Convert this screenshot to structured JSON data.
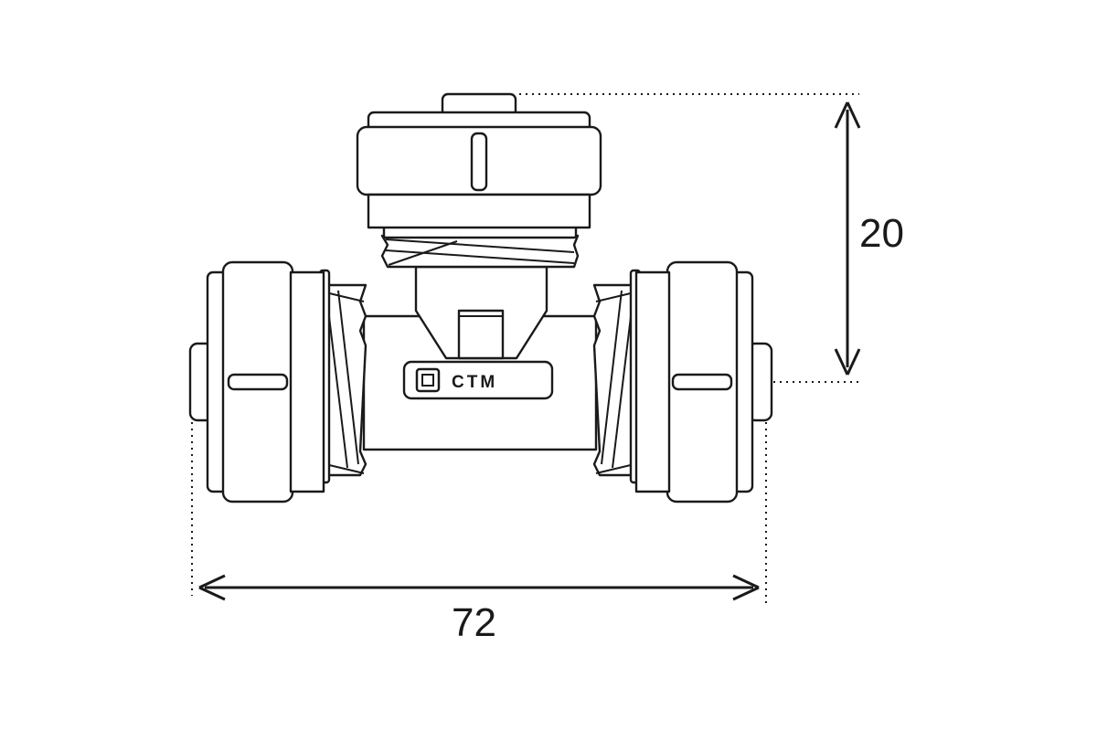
{
  "dimensions": {
    "width_label": "72",
    "height_label": "20"
  },
  "fitting": {
    "brand_text": "CTM"
  }
}
